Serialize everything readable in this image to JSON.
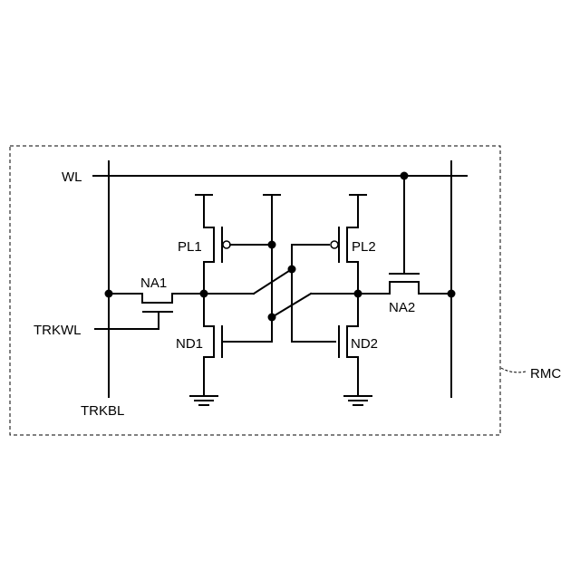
{
  "labels": {
    "wl": "WL",
    "trkwl": "TRKWL",
    "trkbl": "TRKBL",
    "rmc": "RMC",
    "na1": "NA1",
    "na2": "NA2",
    "pl1": "PL1",
    "pl2": "PL2",
    "nd1": "ND1",
    "nd2": "ND2"
  },
  "colors": {
    "line": "#000000",
    "background": "#ffffff"
  }
}
